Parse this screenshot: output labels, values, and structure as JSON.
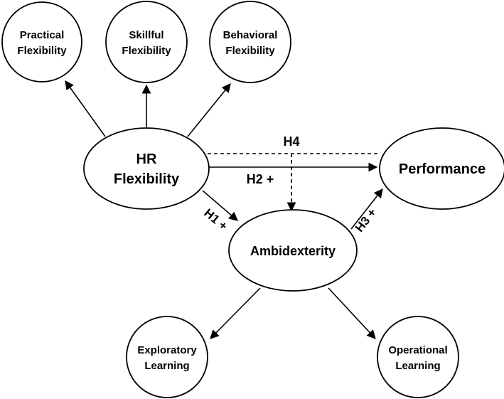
{
  "nodes": {
    "practical": {
      "line1": "Practical",
      "line2": "Flexibility"
    },
    "skillful": {
      "line1": "Skillful",
      "line2": "Flexibility"
    },
    "behavioral": {
      "line1": "Behavioral",
      "line2": "Flexibility"
    },
    "hr": {
      "line1": "HR",
      "line2": "Flexibility"
    },
    "performance": {
      "label": "Performance"
    },
    "ambidexterity": {
      "label": "Ambidexterity"
    },
    "exploratory": {
      "line1": "Exploratory",
      "line2": "Learning"
    },
    "operational": {
      "line1": "Operational",
      "line2": "Learning"
    }
  },
  "hypotheses": {
    "h1": "H1 +",
    "h2": "H2 +",
    "h3": "H3 +",
    "h4": "H4"
  },
  "colors": {
    "stroke": "#000000",
    "fill": "#ffffff"
  }
}
